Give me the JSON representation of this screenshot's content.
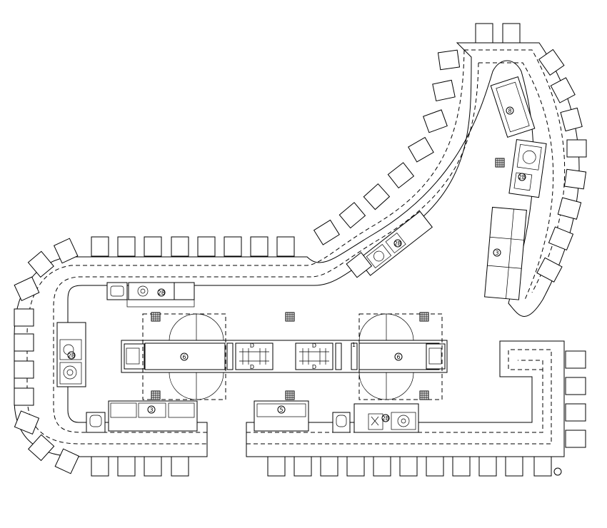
{
  "drawing": {
    "type": "kitchen-bar-floor-plan",
    "line_color": "#000000",
    "background": "#ffffff"
  },
  "tags": {
    "t6": "6",
    "t3": "3",
    "t5": "5",
    "t8": "8",
    "t2b": "2B"
  },
  "marks": {
    "d": "D",
    "one": "1"
  }
}
